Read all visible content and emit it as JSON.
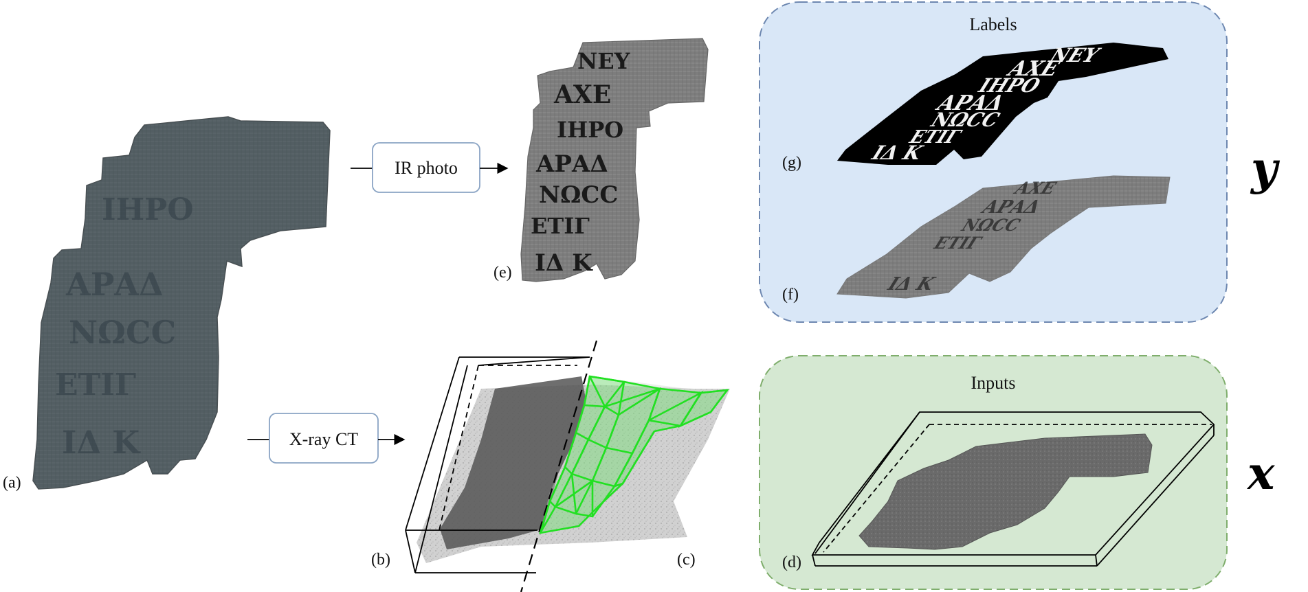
{
  "panels": {
    "a": "(a)",
    "b": "(b)",
    "c": "(c)",
    "d": "(d)",
    "e": "(e)",
    "f": "(f)",
    "g": "(g)"
  },
  "process": {
    "ir_photo": "IR photo",
    "xray_ct": "X-ray CT"
  },
  "groups": {
    "labels_title": "Labels",
    "inputs_title": "Inputs",
    "y_symbol": "y",
    "x_symbol": "x"
  },
  "fragment_text": {
    "line1": "ΝΕΥ",
    "line2": "ΑΧΕ",
    "line3": "ΙΗΡΟ",
    "line4": "ΑΡΑΔ",
    "line5": "ΝΩCC",
    "line6": "ΕΤΙΓ",
    "line7": "ΙΔ Κ"
  },
  "colors": {
    "labels_bg": "#d9e7f7",
    "labels_border": "#6d87b0",
    "inputs_bg": "#d5e8d2",
    "inputs_border": "#7fae6c",
    "mesh": "#22e022",
    "box_border": "#8aa4c4"
  }
}
